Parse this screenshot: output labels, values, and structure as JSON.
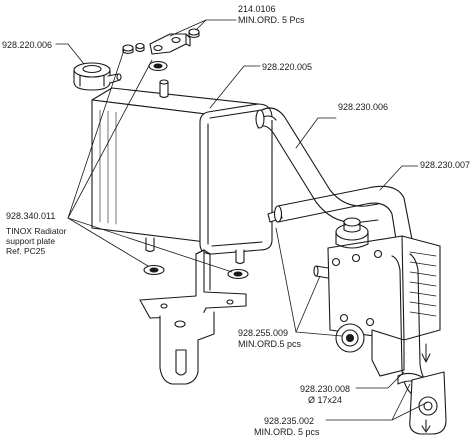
{
  "callouts": {
    "c1": {
      "code": "214.0106",
      "note": "MIN.ORD. 5 Pcs"
    },
    "c2": {
      "code": "928.220.006"
    },
    "c3": {
      "code": "928.220.005"
    },
    "c4": {
      "code": "928.230.006"
    },
    "c5": {
      "code": "928.230.007"
    },
    "c6": {
      "code": "928.340.011"
    },
    "c7": {
      "line1": "TINOX Radiator",
      "line2": "support plate",
      "line3": "Ref. PC25"
    },
    "c8": {
      "code": "928.255.009",
      "note": "MIN.ORD.5 pcs"
    },
    "c9": {
      "code": "928.230.008",
      "note": "Ø 17x24"
    },
    "c10": {
      "code": "928.235.002",
      "note": "MIN.ORD. 5 pcs"
    }
  },
  "colors": {
    "line": "#1a1a1a",
    "fill": "#ffffff",
    "shade": "#e8e8e8",
    "dark": "#bdbdbd"
  }
}
